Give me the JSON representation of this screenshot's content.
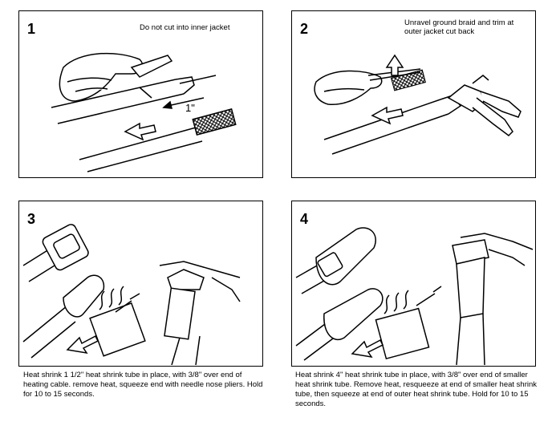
{
  "steps": [
    {
      "number": "1",
      "note": "Do not cut into inner jacket",
      "dimension": "1\""
    },
    {
      "number": "2",
      "note": "Unravel ground braid and trim at outer jacket cut back"
    },
    {
      "number": "3",
      "caption": "Heat shrink 1 1/2\" heat shrink tube in place, with 3/8\" over end of heating cable. remove heat, squeeze end with needle nose pliers. Hold for 10 to 15 seconds."
    },
    {
      "number": "4",
      "caption": "Heat shrink 4\" heat shrink tube in place, with 3/8\" over end of smaller heat shrink tube. Remove heat, resqueeze at end of smaller heat shrink tube, then squeeze at end of outer heat shrink tube. Hold for 10 to 15 seconds."
    }
  ]
}
